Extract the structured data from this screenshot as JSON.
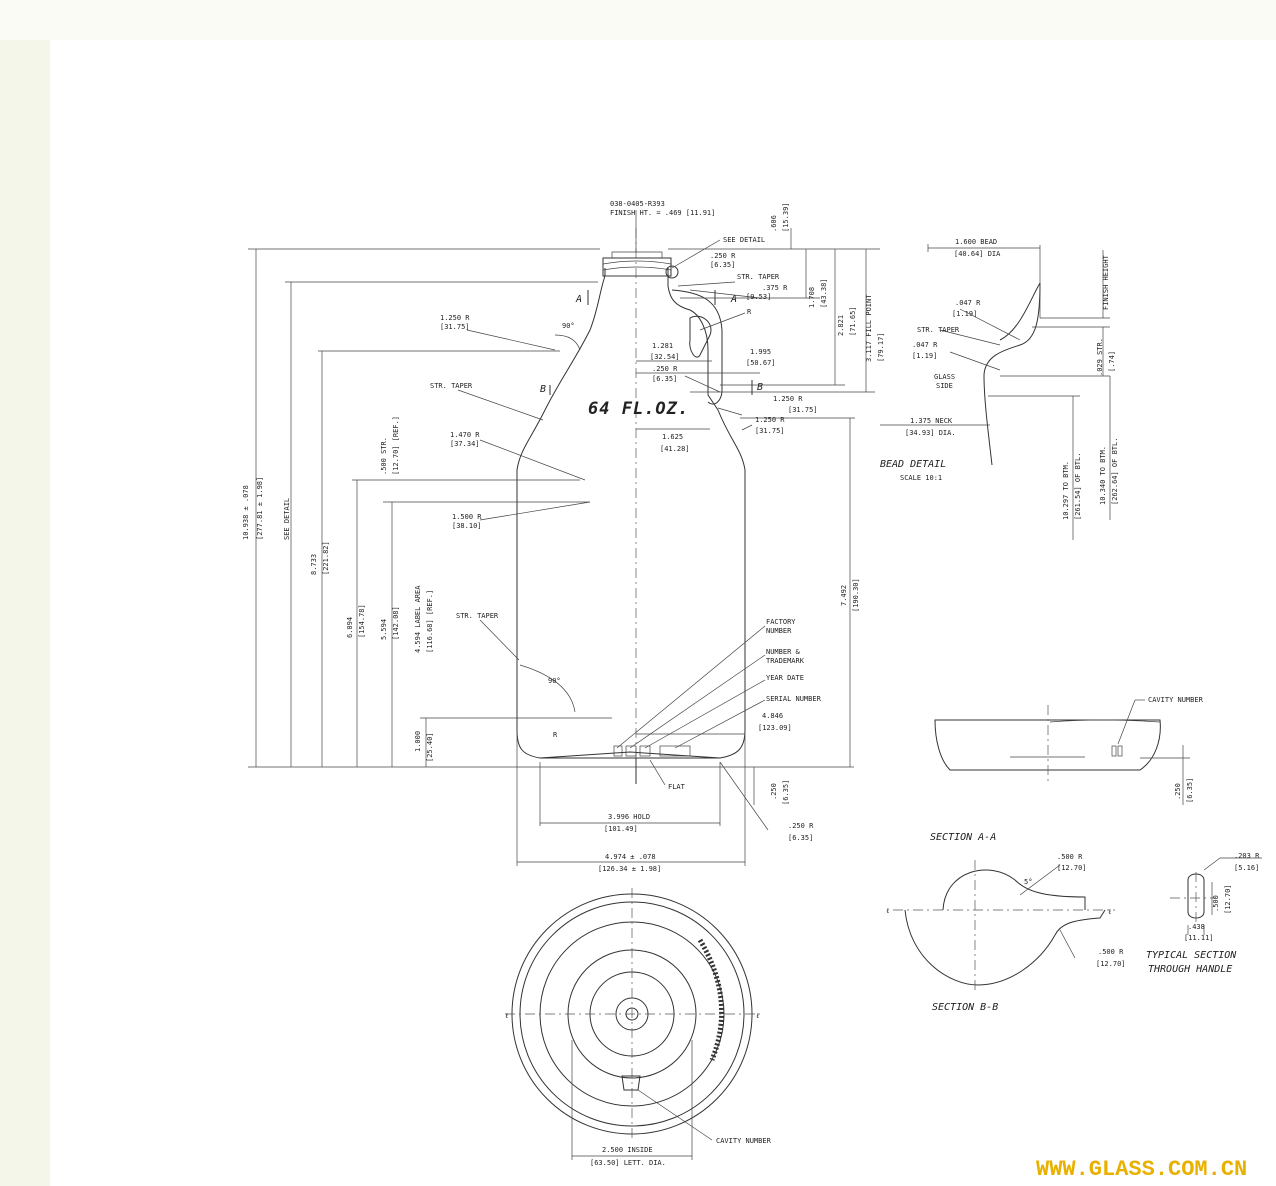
{
  "header": {
    "part_number": "038-0405-R393",
    "finish_height": "FINISH HT. = .469 [11.91]",
    "capacity": "64 FL.OZ."
  },
  "dims": {
    "overall_height": "10.938 ± .078",
    "overall_height_mm": "[277.81 ± 1.98]",
    "see_detail": "SEE DETAIL",
    "h8733": "8.733",
    "h8733_mm": "[221.82]",
    "h6094": "6.094",
    "h6094_mm": "[154.78]",
    "h5594": "5.594",
    "h5594_mm": "[142.08]",
    "label_area": "4.594 LABEL AREA",
    "label_area_mm": "[116.68]  [REF.]",
    "h1000": "1.000",
    "h1000_mm": "[25.40]",
    "str500": ".500 STR.",
    "str500_mm": "[12.70] [REF.]",
    "r1250": "1.250 R",
    "r1250_mm": "[31.75]",
    "str_taper": "STR. TAPER",
    "r1470": "1.470 R",
    "r1470_mm": "[37.34]",
    "r1500": "1.500 R",
    "r1500_mm": "[38.10]",
    "str_taper2": "STR. TAPER",
    "deg90a": "90°",
    "deg90b": "90°",
    "r_small": "R",
    "h606": ".606",
    "h606_mm": "[15.39]",
    "see_detail2": "SEE DETAIL",
    "r250a": ".250 R",
    "r250a_mm": "[6.35]",
    "str_taper3": "STR. TAPER",
    "r375": ".375 R",
    "r375_mm": "[9.53]",
    "r_handle": "R",
    "h1708": "1.708",
    "h1708_mm": "[43.38]",
    "h2821": "2.821",
    "h2821_mm": "[71.65]",
    "fill_point": "3.117 FILL POINT",
    "fill_point_mm": "[79.17]",
    "w1281": "1.281",
    "w1281_mm": "[32.54]",
    "w1995": "1.995",
    "w1995_mm": "[50.67]",
    "r250b": ".250 R",
    "r250b_mm": "[6.35]",
    "r1250b": "1.250 R",
    "r1250b_mm": "[31.75]",
    "r1250c": "1.250 R",
    "r1250c_mm": "[31.75]",
    "w1625": "1.625",
    "w1625_mm": "[41.28]",
    "h7492": "7.492",
    "h7492_mm": "[190.30]",
    "factory": "FACTORY",
    "factory2": "NUMBER",
    "number_tm": "NUMBER &",
    "number_tm2": "TRADEMARK",
    "year_date": "YEAR DATE",
    "serial": "SERIAL NUMBER",
    "w4846": "4.846",
    "w4846_mm": "[123.09]",
    "flat": "FLAT",
    "h250": ".250",
    "h250_mm": "[6.35]",
    "hold": "3.996 HOLD",
    "hold_mm": "[101.49]",
    "r250c": ".250 R",
    "r250c_mm": "[6.35]",
    "width": "4.974 ± .078",
    "width_mm": "[126.34 ± 1.98]",
    "letter_a": "A",
    "letter_b": "B",
    "cavity": "CAVITY NUMBER",
    "inside": "2.500 INSIDE",
    "inside_mm": "[63.50] LETT. DIA.",
    "cl": "ℓ"
  },
  "bead": {
    "bead_dia": "1.600 BEAD",
    "bead_dia_mm": "[40.64] DIA",
    "finish_height": "FINISH HEIGHT",
    "r047a": ".047 R",
    "r047a_mm": "[1.19]",
    "str_taper": "STR. TAPER",
    "r047b": ".047 R",
    "r047b_mm": "[1.19]",
    "glass": "GLASS",
    "side": "SIDE",
    "str029": ".029 STR.",
    "str029_mm": "[.74]",
    "neck": "1.375 NECK",
    "neck_mm": "[34.93] DIA.",
    "title": "BEAD DETAIL",
    "scale": "SCALE 10:1",
    "to_btm1": "10.297 TO BTM.",
    "to_btm1_mm": "[261.54] OF BTL.",
    "to_btm2": "10.340 TO BTM.",
    "to_btm2_mm": "[262.64] OF BTL."
  },
  "sections": {
    "cavity": "CAVITY NUMBER",
    "h250": ".250",
    "h250_mm": "[6.35]",
    "section_aa": "SECTION A-A",
    "r500a": ".500 R",
    "r500a_mm": "[12.70]",
    "deg5": "5°",
    "r500b": ".500 R",
    "r500b_mm": "[12.70]",
    "section_bb": "SECTION B-B",
    "r203": ".203 R",
    "r203_mm": "[5.16]",
    "h500": ".500",
    "h500_mm": "[12.70]",
    "w438": ".438",
    "w438_mm": "[11.11]",
    "typical1": "TYPICAL SECTION",
    "typical2": "THROUGH HANDLE"
  },
  "watermark": "WWW.GLASS.COM.CN"
}
